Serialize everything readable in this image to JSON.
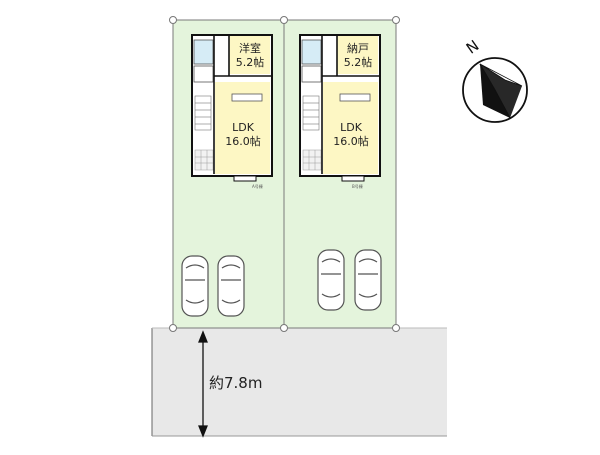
{
  "plan": {
    "lot_left": {
      "room_top": "洋室",
      "room_top_size": "5.2帖",
      "room_main": "LDK",
      "room_main_size": "16.0帖",
      "unit_label": "A号棟"
    },
    "lot_right": {
      "room_top": "納戸",
      "room_top_size": "5.2帖",
      "room_main": "LDK",
      "room_main_size": "16.0帖",
      "unit_label": "B号棟"
    },
    "road_width": "約7.8m",
    "north_label": "N"
  },
  "colors": {
    "lot_fill": "#e4f4dc",
    "lot_border": "#7a7a7a",
    "road_fill": "#e8e8e8",
    "room_fill": "#fdf7c4",
    "wall": "#111111",
    "water_fill": "#d6ecf6",
    "compass_needle": "#111111"
  }
}
